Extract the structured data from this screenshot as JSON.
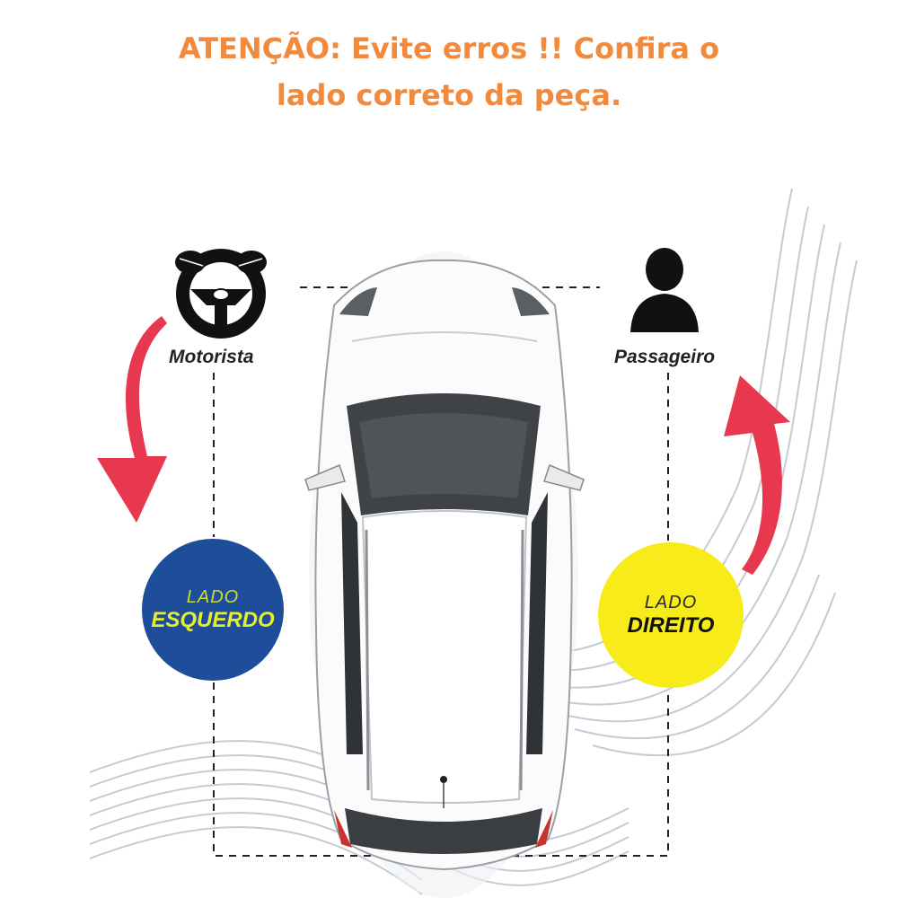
{
  "headline": {
    "line1": "ATENÇÃO: Evite erros !! Confira  o",
    "line2": "lado correto da peça."
  },
  "driver": {
    "label": "Motorista",
    "icon": "steering-wheel-icon"
  },
  "passenger": {
    "label": "Passageiro",
    "icon": "person-icon"
  },
  "left_badge": {
    "small": "LADO",
    "big": "ESQUERDO",
    "color": "#1e4d9a"
  },
  "right_badge": {
    "small": "LADO",
    "big": "DIREITO",
    "color": "#f7ec1a"
  },
  "colors": {
    "headline": "#f28a3e",
    "arrow": "#e8384f"
  }
}
